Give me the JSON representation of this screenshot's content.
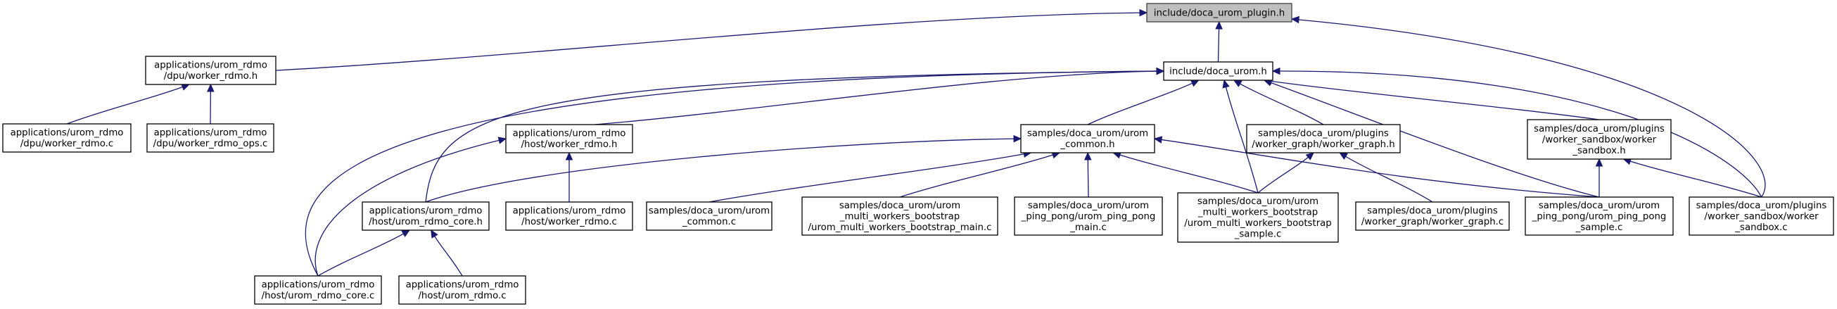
{
  "diagram": {
    "type": "include-dependency-graph",
    "edge_color": "#191970",
    "root_fill": "#bfbfbf",
    "node_fill": "#ffffff",
    "nodes": [
      {
        "id": "plugin_h",
        "lines": [
          "include/doca_urom_plugin.h"
        ],
        "root": true
      },
      {
        "id": "dpu_worker_h",
        "lines": [
          "applications/urom_rdmo",
          "/dpu/worker_rdmo.h"
        ]
      },
      {
        "id": "doca_urom_h",
        "lines": [
          "include/doca_urom.h"
        ]
      },
      {
        "id": "dpu_worker_c",
        "lines": [
          "applications/urom_rdmo",
          "/dpu/worker_rdmo.c"
        ]
      },
      {
        "id": "dpu_worker_ops_c",
        "lines": [
          "applications/urom_rdmo",
          "/dpu/worker_rdmo_ops.c"
        ]
      },
      {
        "id": "host_worker_h",
        "lines": [
          "applications/urom_rdmo",
          "/host/worker_rdmo.h"
        ]
      },
      {
        "id": "urom_common_h",
        "lines": [
          "samples/doca_urom/urom",
          "_common.h"
        ]
      },
      {
        "id": "worker_graph_h",
        "lines": [
          "samples/doca_urom/plugins",
          "/worker_graph/worker_graph.h"
        ]
      },
      {
        "id": "worker_sandbox_h",
        "lines": [
          "samples/doca_urom/plugins",
          "/worker_sandbox/worker",
          "_sandbox.h"
        ]
      },
      {
        "id": "host_core_h",
        "lines": [
          "applications/urom_rdmo",
          "/host/urom_rdmo_core.h"
        ]
      },
      {
        "id": "host_worker_c",
        "lines": [
          "applications/urom_rdmo",
          "/host/worker_rdmo.c"
        ]
      },
      {
        "id": "urom_common_c",
        "lines": [
          "samples/doca_urom/urom",
          "_common.c"
        ]
      },
      {
        "id": "mwb_main_c",
        "lines": [
          "samples/doca_urom/urom",
          "_multi_workers_bootstrap",
          "/urom_multi_workers_bootstrap_main.c"
        ]
      },
      {
        "id": "pp_main_c",
        "lines": [
          "samples/doca_urom/urom",
          "_ping_pong/urom_ping_pong",
          "_main.c"
        ]
      },
      {
        "id": "mwb_sample_c",
        "lines": [
          "samples/doca_urom/urom",
          "_multi_workers_bootstrap",
          "/urom_multi_workers_bootstrap",
          "_sample.c"
        ]
      },
      {
        "id": "worker_graph_c",
        "lines": [
          "samples/doca_urom/plugins",
          "/worker_graph/worker_graph.c"
        ]
      },
      {
        "id": "pp_sample_c",
        "lines": [
          "samples/doca_urom/urom",
          "_ping_pong/urom_ping_pong",
          "_sample.c"
        ]
      },
      {
        "id": "worker_sandbox_c",
        "lines": [
          "samples/doca_urom/plugins",
          "/worker_sandbox/worker",
          "_sandbox.c"
        ]
      },
      {
        "id": "host_core_c",
        "lines": [
          "applications/urom_rdmo",
          "/host/urom_rdmo_core.c"
        ]
      },
      {
        "id": "host_rdmo_c",
        "lines": [
          "applications/urom_rdmo",
          "/host/urom_rdmo.c"
        ]
      }
    ],
    "edges": [
      {
        "from": "dpu_worker_h",
        "to": "plugin_h"
      },
      {
        "from": "doca_urom_h",
        "to": "plugin_h"
      },
      {
        "from": "worker_sandbox_c",
        "to": "plugin_h"
      },
      {
        "from": "dpu_worker_c",
        "to": "dpu_worker_h"
      },
      {
        "from": "dpu_worker_ops_c",
        "to": "dpu_worker_h"
      },
      {
        "from": "host_worker_h",
        "to": "doca_urom_h"
      },
      {
        "from": "urom_common_h",
        "to": "doca_urom_h"
      },
      {
        "from": "worker_graph_h",
        "to": "doca_urom_h"
      },
      {
        "from": "worker_sandbox_h",
        "to": "doca_urom_h"
      },
      {
        "from": "host_core_h",
        "to": "doca_urom_h"
      },
      {
        "from": "host_core_c",
        "to": "doca_urom_h"
      },
      {
        "from": "mwb_sample_c",
        "to": "doca_urom_h"
      },
      {
        "from": "pp_sample_c",
        "to": "doca_urom_h"
      },
      {
        "from": "worker_sandbox_c",
        "to": "doca_urom_h"
      },
      {
        "from": "host_worker_c",
        "to": "host_worker_h"
      },
      {
        "from": "host_core_c",
        "to": "host_worker_h"
      },
      {
        "from": "host_core_h",
        "to": "urom_common_h"
      },
      {
        "from": "urom_common_c",
        "to": "urom_common_h"
      },
      {
        "from": "mwb_main_c",
        "to": "urom_common_h"
      },
      {
        "from": "pp_main_c",
        "to": "urom_common_h"
      },
      {
        "from": "mwb_sample_c",
        "to": "urom_common_h"
      },
      {
        "from": "pp_sample_c",
        "to": "urom_common_h"
      },
      {
        "from": "mwb_sample_c",
        "to": "worker_graph_h"
      },
      {
        "from": "worker_graph_c",
        "to": "worker_graph_h"
      },
      {
        "from": "pp_sample_c",
        "to": "worker_sandbox_h"
      },
      {
        "from": "worker_sandbox_c",
        "to": "worker_sandbox_h"
      },
      {
        "from": "host_core_c",
        "to": "host_core_h"
      },
      {
        "from": "host_rdmo_c",
        "to": "host_core_h"
      }
    ]
  }
}
